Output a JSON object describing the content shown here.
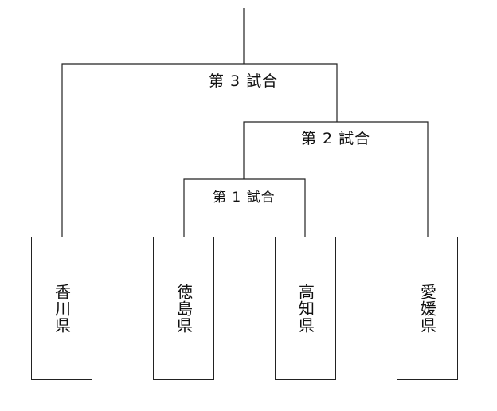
{
  "matches": {
    "match3": "第 3 試合",
    "match2": "第 2 試合",
    "match1": "第 1 試合"
  },
  "teams": [
    {
      "name": "香川県"
    },
    {
      "name": "徳島県"
    },
    {
      "name": "高知県"
    },
    {
      "name": "愛媛県"
    }
  ]
}
